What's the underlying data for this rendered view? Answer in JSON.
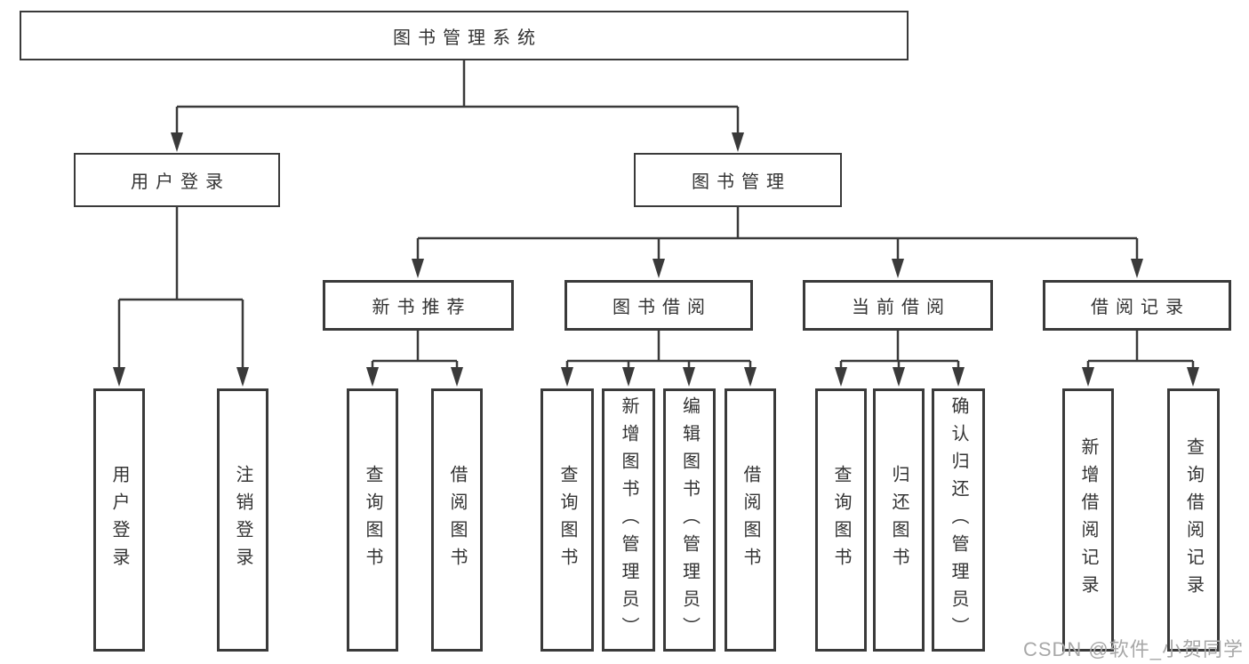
{
  "diagram": {
    "root": {
      "label": "图书管理系统"
    },
    "level2": [
      {
        "label": "用户登录"
      },
      {
        "label": "图书管理"
      }
    ],
    "level3": [
      {
        "label": "新书推荐"
      },
      {
        "label": "图书借阅"
      },
      {
        "label": "当前借阅"
      },
      {
        "label": "借阅记录"
      }
    ],
    "leaves": {
      "user_login": [
        "用户登录",
        "注销登录"
      ],
      "new_book": [
        "查询图书",
        "借阅图书"
      ],
      "book_borrow": [
        "查询图书",
        "新增图书（管理员）",
        "编辑图书（管理员）",
        "借阅图书"
      ],
      "current_borrow": [
        "查询图书",
        "归还图书",
        "确认归还（管理员）"
      ],
      "borrow_records": [
        "新增借阅记录",
        "查询借阅记录"
      ]
    }
  },
  "watermark": {
    "text": "CSDN @软件_小贺同学"
  },
  "colors": {
    "line": "#3a3a3a",
    "box_border": "#3a3a3a",
    "text": "#333333",
    "watermark": "#a8a8a8",
    "background": "#ffffff"
  }
}
